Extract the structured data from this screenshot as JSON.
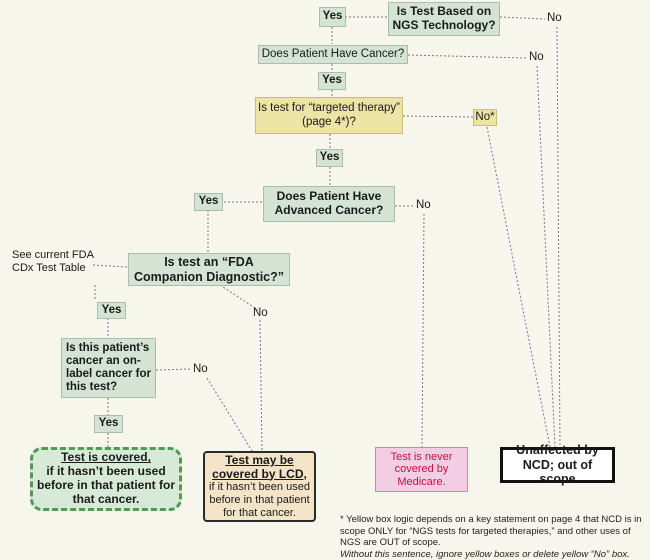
{
  "nodes": {
    "ngs_question": "Is Test Based on\nNGS Technology?",
    "yes_ngs": "Yes",
    "no_ngs": "No",
    "cancer_question": "Does Patient Have Cancer?",
    "no_cancer": "No",
    "yes_cancer": "Yes",
    "targeted_question": "Is test for “targeted therapy”\n(page 4*)?",
    "no_targeted": "No*",
    "yes_targeted": "Yes",
    "advanced_question": "Does Patient Have\nAdvanced Cancer?",
    "yes_advanced": "Yes",
    "no_advanced": "No",
    "fda_note": "See current FDA\nCDx Test Table",
    "fda_question": "Is test an “FDA\nCompanion Diagnostic?”",
    "yes_fda": "Yes",
    "no_fda": "No",
    "onlabel_question": "Is this patient’s\ncancer an on-\nlabel cancer for\nthis test?",
    "no_onlabel": "No",
    "yes_onlabel": "Yes",
    "covered_title": "Test is covered,",
    "covered_body": "if it hasn’t been used\nbefore in that patient for\nthat cancer.",
    "lcd_title": "Test may be\ncovered by LCD,",
    "lcd_body": "if it hasn’t been used\nbefore in that patient\nfor that cancer.",
    "never_covered": "Test is never\ncovered by\nMedicare.",
    "out_of_scope": "Unaffected by\nNCD; out of scope"
  },
  "footnote": {
    "text": "*  Yellow box logic depends on a key statement on page 4 that NCD is in scope ONLY for “NGS tests for targeted therapies,” and other uses of NGS are OUT of scope.",
    "italic": "Without this sentence, ignore yellow boxes or delete yellow “No” box."
  },
  "colors": {
    "question_fill": "#d4e3d4",
    "targeted_fill": "#ede3a5",
    "covered_border": "#4f9a55",
    "never_text": "#c0143c",
    "never_fill": "#f2cde3",
    "lcd_fill": "#f3e3c7"
  }
}
